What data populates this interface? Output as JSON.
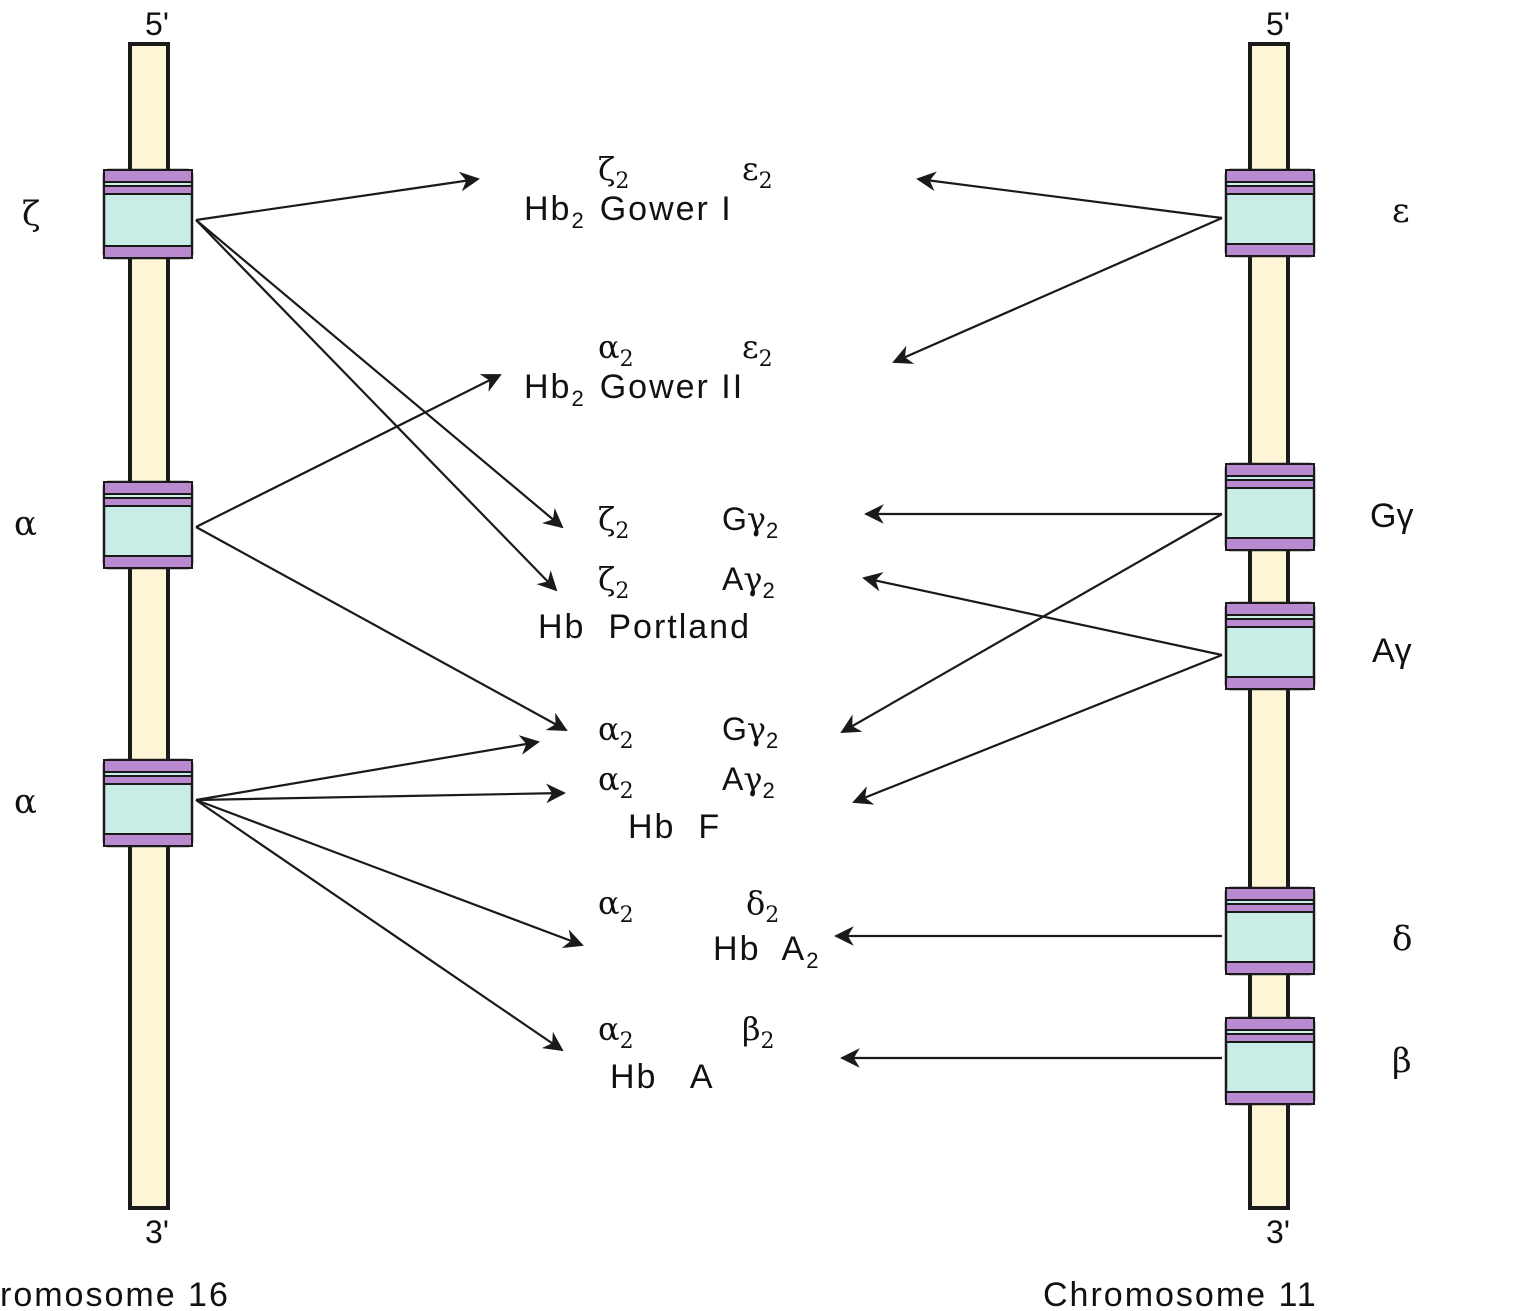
{
  "chromosomes": {
    "left": {
      "name": "romosome 16",
      "top_end": "5'",
      "bottom_end": "3'",
      "genes": [
        {
          "label": "ζ"
        },
        {
          "label": "α"
        },
        {
          "label": "α"
        }
      ]
    },
    "right": {
      "name": "Chromosome 11",
      "top_end": "5'",
      "bottom_end": "3'",
      "genes": [
        {
          "label": "ε"
        },
        {
          "label": "Gγ"
        },
        {
          "label": "Aγ"
        },
        {
          "label": "δ"
        },
        {
          "label": "β"
        }
      ]
    }
  },
  "hemoglobins": [
    {
      "chain1": "ζ",
      "chain1_sub": "2",
      "chain2": "ε",
      "chain2_sub": "2",
      "name": "Hb",
      "name_sub": "2",
      "name_rest": "Gower I"
    },
    {
      "chain1": "α",
      "chain1_sub": "2",
      "chain2": "ε",
      "chain2_sub": "2",
      "name": "Hb",
      "name_sub": "2",
      "name_rest": "Gower II"
    },
    {
      "chain1": "ζ",
      "chain1_sub": "2",
      "chain2_prefix": "G",
      "chain2": "γ",
      "chain2_sub": "2"
    },
    {
      "chain1": "ζ",
      "chain1_sub": "2",
      "chain2_prefix": "A",
      "chain2": "γ",
      "chain2_sub": "2",
      "name": "Hb  Portland"
    },
    {
      "chain1": "α",
      "chain1_sub": "2",
      "chain2_prefix": "G",
      "chain2": "γ",
      "chain2_sub": "2"
    },
    {
      "chain1": "α",
      "chain1_sub": "2",
      "chain2_prefix": "A",
      "chain2": "γ",
      "chain2_sub": "2",
      "name": "Hb  F"
    },
    {
      "chain1": "α",
      "chain1_sub": "2",
      "chain2": "δ",
      "chain2_sub": "2",
      "name": "Hb  A",
      "name_sub": "2"
    },
    {
      "chain1": "α",
      "chain1_sub": "2",
      "chain2": "β",
      "chain2_sub": "2",
      "name": "Hb   A"
    }
  ],
  "colors": {
    "chromosome_fill": "#fdf5d6",
    "gene_band": "#b98ad0",
    "gene_body": "#c8ece6",
    "stroke": "#1a1a1a"
  }
}
